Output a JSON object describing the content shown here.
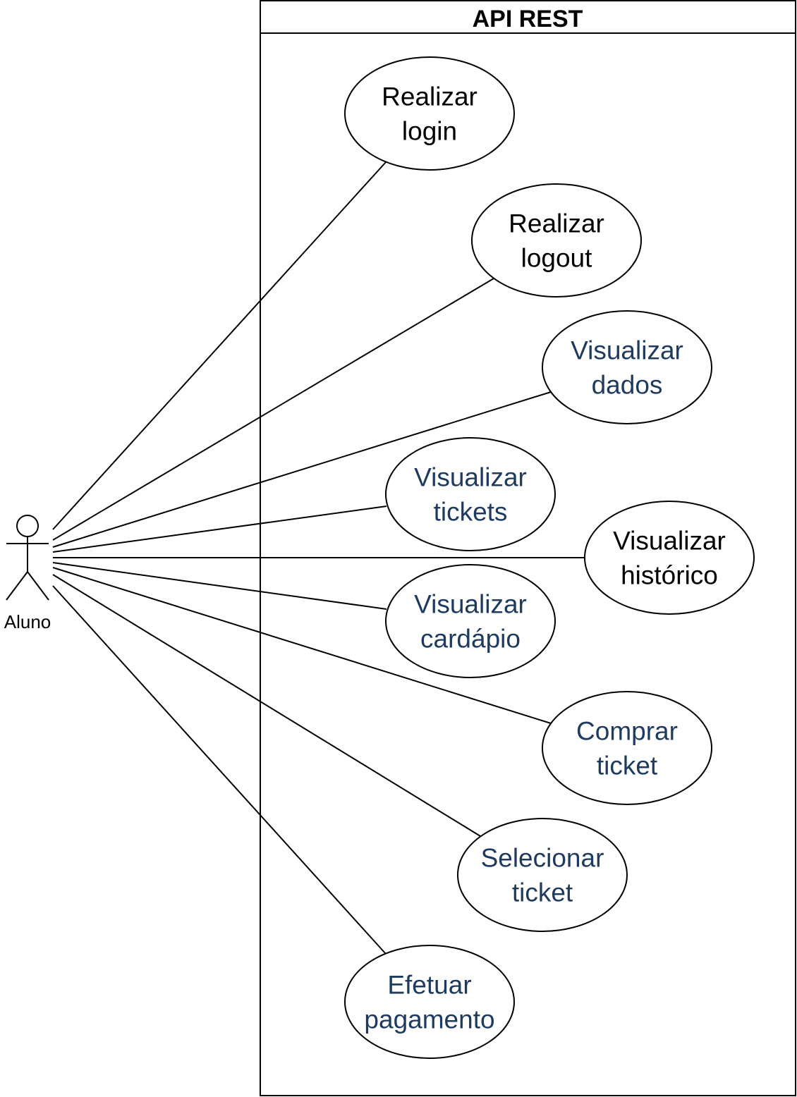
{
  "system": {
    "title": "API REST"
  },
  "actor": {
    "name": "Aluno"
  },
  "colors": {
    "black_text": "#000000",
    "navy_text": "#1f3a5f",
    "stroke": "#000000"
  },
  "use_cases": [
    {
      "id": "realizar-login",
      "lines": [
        "Realizar",
        "login"
      ],
      "text_color": "black"
    },
    {
      "id": "realizar-logout",
      "lines": [
        "Realizar",
        "logout"
      ],
      "text_color": "black"
    },
    {
      "id": "visualizar-dados",
      "lines": [
        "Visualizar",
        "dados"
      ],
      "text_color": "navy"
    },
    {
      "id": "visualizar-tickets",
      "lines": [
        "Visualizar",
        "tickets"
      ],
      "text_color": "navy"
    },
    {
      "id": "visualizar-historico",
      "lines": [
        "Visualizar",
        "histórico"
      ],
      "text_color": "black"
    },
    {
      "id": "visualizar-cardapio",
      "lines": [
        "Visualizar",
        "cardápio"
      ],
      "text_color": "navy"
    },
    {
      "id": "comprar-ticket",
      "lines": [
        "Comprar",
        "ticket"
      ],
      "text_color": "navy"
    },
    {
      "id": "selecionar-ticket",
      "lines": [
        "Selecionar",
        "ticket"
      ],
      "text_color": "navy"
    },
    {
      "id": "efetuar-pagamento",
      "lines": [
        "Efetuar",
        "pagamento"
      ],
      "text_color": "navy"
    }
  ]
}
